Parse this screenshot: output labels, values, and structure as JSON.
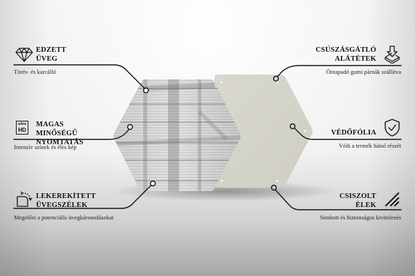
{
  "features": {
    "left": [
      {
        "icon": "diamond-icon",
        "title_line1": "EDZETT",
        "title_line2": "ÜVEG",
        "description": "Törés- és karcálló"
      },
      {
        "icon": "ultra-hd-icon",
        "icon_text_top": "ultra",
        "icon_text_bottom": "HD",
        "title_line1": "MAGAS MINŐSÉGŰ",
        "title_line2": "NYOMTATÁS",
        "description": "Intenzív színek és éles kép"
      },
      {
        "icon": "rounded-corner-icon",
        "title_line1": "LEKEREKÍTETT",
        "title_line2": "ÜVEGSZÉLEK",
        "description": "Megelőzi a potenciális üvegkárosodásokat"
      }
    ],
    "right": [
      {
        "icon": "non-slip-pad-icon",
        "title_line1": "CSÚSZÁSGÁTLÓ",
        "title_line2": "ALÁTÉTEK",
        "description": "Öntapadó gumi párnák szállítva"
      },
      {
        "icon": "shield-check-icon",
        "title_line1": "VÉDŐFÓLIA",
        "description": "Védi a termék hátsó részét"
      },
      {
        "icon": "polished-edges-icon",
        "title_line1": "CSISZOLT",
        "title_line2": "ÉLEK",
        "description": "Simított és biztonságos kivitelezés"
      }
    ]
  },
  "product": {
    "front": "wood-texture-hexagon-glass-coaster",
    "back": "grey-back-hexagon",
    "back_color": "#d6d5cc"
  },
  "colors": {
    "line": "#111111",
    "text": "#111111"
  }
}
